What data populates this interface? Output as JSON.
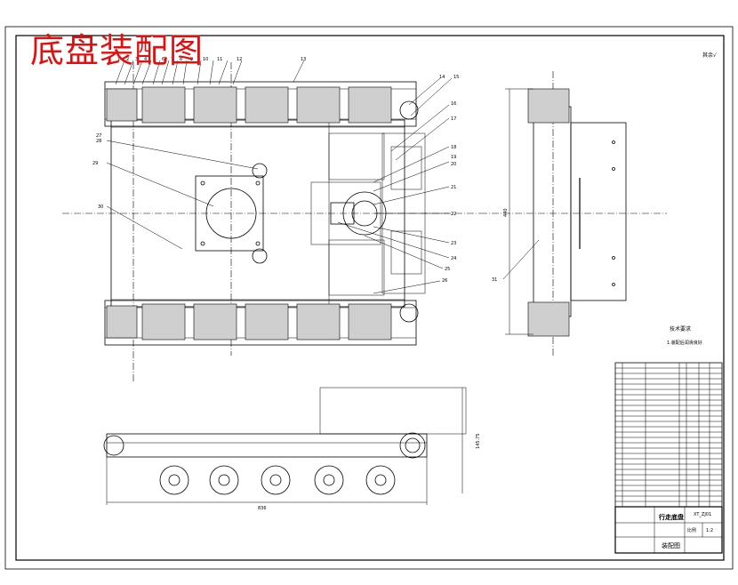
{
  "drawing": {
    "title": "底盘装配图",
    "corner_mark": "其余",
    "corner_symbol": "√"
  },
  "callouts_top": [
    "1",
    "2",
    "3",
    "4",
    "5",
    "6",
    "7",
    "8",
    "9",
    "10",
    "11",
    "12",
    "13"
  ],
  "callouts_right": [
    "14",
    "15",
    "16",
    "17",
    "18",
    "19",
    "20",
    "21",
    "22",
    "23",
    "24",
    "25",
    "26"
  ],
  "callouts_left": [
    "27",
    "28",
    "29",
    "30"
  ],
  "callout_side": "31",
  "dims": {
    "side_height": "440",
    "front_length": "836",
    "front_height": "145.75"
  },
  "notes": {
    "heading": "技术要求",
    "line1": "1.装配后润滑良好"
  },
  "title_block": {
    "name": "行走底盘",
    "drawing_type": "装配图",
    "code": "XT_ZJ01",
    "scale_label": "比例",
    "scale": "1:2"
  }
}
